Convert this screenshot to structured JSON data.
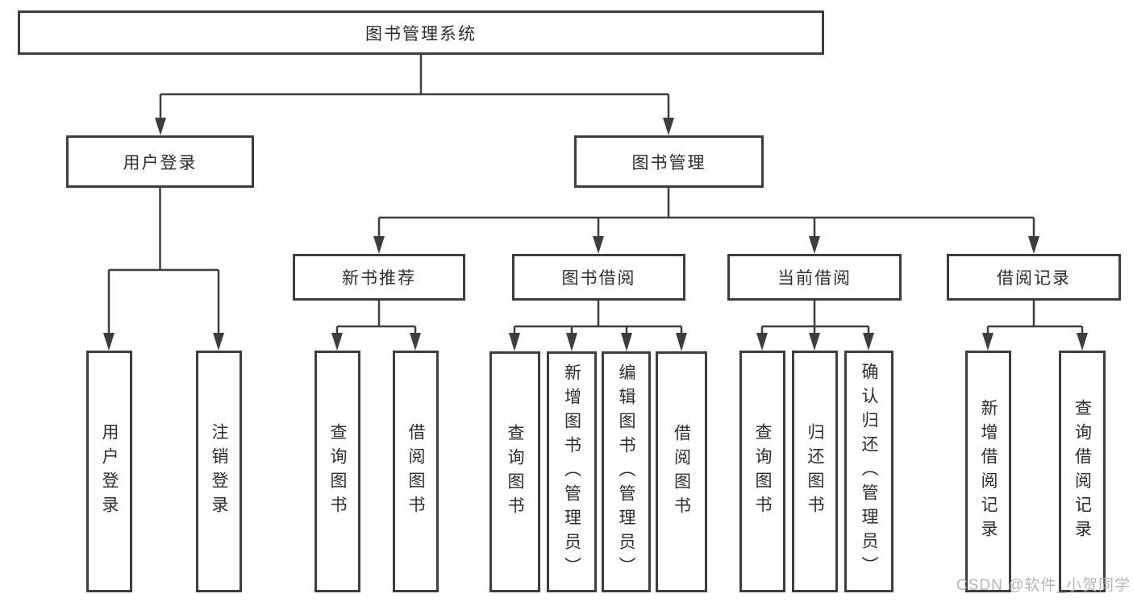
{
  "diagram": {
    "title": "图书管理系统",
    "branches": [
      {
        "label": "用户登录",
        "children": [
          {
            "label": "用户登录"
          },
          {
            "label": "注销登录"
          }
        ]
      },
      {
        "label": "图书管理",
        "children": [
          {
            "label": "新书推荐",
            "children": [
              {
                "label": "查询图书"
              },
              {
                "label": "借阅图书"
              }
            ]
          },
          {
            "label": "图书借阅",
            "children": [
              {
                "label": "查询图书"
              },
              {
                "label": "新增图书（管理员）"
              },
              {
                "label": "编辑图书（管理员）"
              },
              {
                "label": "借阅图书"
              }
            ]
          },
          {
            "label": "当前借阅",
            "children": [
              {
                "label": "查询图书"
              },
              {
                "label": "归还图书"
              },
              {
                "label": "确认归还（管理员）"
              }
            ]
          },
          {
            "label": "借阅记录",
            "children": [
              {
                "label": "新增借阅记录"
              },
              {
                "label": "查询借阅记录"
              }
            ]
          }
        ]
      }
    ]
  },
  "watermark": {
    "text": "CSDN @软件_小贺同学"
  },
  "colors": {
    "line": "#3d3d3d",
    "text": "#2d2d2d",
    "background": "#ffffff",
    "watermark": "#b5b5b5"
  }
}
